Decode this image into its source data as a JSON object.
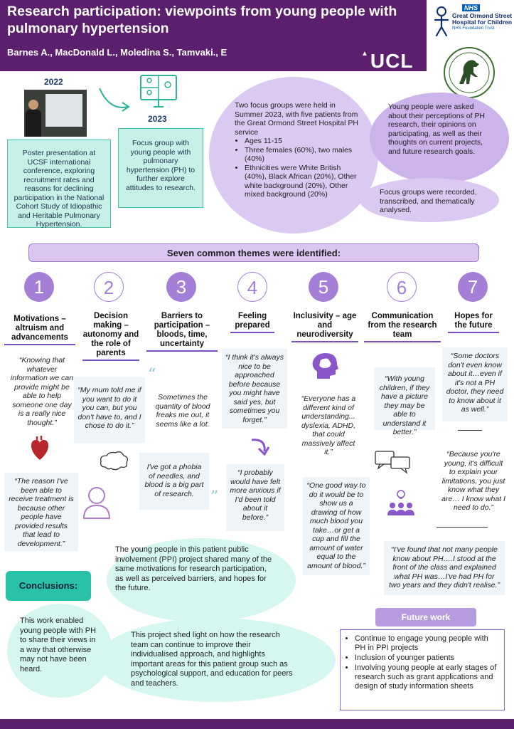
{
  "header": {
    "title": "Research participation: viewpoints from young people with pulmonary hypertension",
    "authors": "Barnes A., MacDonald L., Moledina S., Tamvaki., E",
    "ucl": "UCL"
  },
  "logos": {
    "nhs_badge": "NHS",
    "gosh_line1": "Great Ormond Street",
    "gosh_line2": "Hospital for Children",
    "gosh_line3": "NHS Foundation Trust"
  },
  "timeline": {
    "year1": "2022",
    "year2": "2023",
    "box1": "Poster presentation at UCSF international conference, exploring recruitment rates and reasons for declining participation in the National Cohort Study of Idiopathic and Heritable Pulmonary Hypertension.",
    "box2": "Focus group with young people with pulmonary hypertension (PH) to further explore attitudes to research."
  },
  "methods": {
    "intro": "Two focus groups were held in Summer 2023, with five patients from the Great Ormond Street Hospital PH service",
    "bullets": [
      "Ages 11-15",
      "Three females (60%), two males (40%)",
      "Ethnicities were White British (40%), Black African (20%), Other white background (20%), Other mixed background (20%)"
    ],
    "asked": "Young people were asked about their perceptions of PH research, their opinions on participating, as well as their thoughts on current projects, and future research goals.",
    "recorded": "Focus groups were recorded, transcribed, and thematically analysed."
  },
  "themes_heading": "Seven common themes were identified:",
  "themes": [
    {
      "num": "1",
      "title": "Motivations – altruism and advancements"
    },
    {
      "num": "2",
      "title": "Decision making – autonomy and the role of parents"
    },
    {
      "num": "3",
      "title": "Barriers to participation – bloods, time, uncertainty"
    },
    {
      "num": "4",
      "title": "Feeling prepared"
    },
    {
      "num": "5",
      "title": "Inclusivity – age and neurodiversity"
    },
    {
      "num": "6",
      "title": "Communication from the research team"
    },
    {
      "num": "7",
      "title": "Hopes for the future"
    }
  ],
  "quotes": {
    "q1a": "“Knowing that whatever information we can provide might be able to help someone one day is a really nice thought.”",
    "q1b": "“The reason I've been able to receive treatment is because other people have provided results that lead to development.”",
    "q2": "“My mum told me if you want to do it you can, but you don't have to, and I chose to do it.”",
    "q3a": "Sometimes the quantity of blood freaks me out, it seems like a lot.",
    "q3b": "I've got a phobia of needles, and blood is a big part of research.",
    "q4a": "“I think it's always nice to be approached before because you might have said yes, but sometimes you forget.”",
    "q4b": "“I probably would have felt more anxious if I'd been told about it before.”",
    "q5a": "“Everyone has a different kind of understanding... dyslexia, ADHD, that could massively affect it.”",
    "q5b": "“One good way to do it would be to show us a drawing of how much blood you take…or get a cup and fill the amount of water equal to the amount of blood.”",
    "q6": "“With young children, if they have a picture they may be able to understand it better.”",
    "q7a": "“Some doctors don't even know about it…even if it's not a PH doctor, they need to know about it as well.”",
    "q7b": "“Because you're young, it's difficult to explain your limitations, you just know what they are… I know what I need to do.”",
    "q7c": "“I've found that not many people know about PH….I stood at the front of the class and explained what PH was…I've had PH for two years and they didn't realise.”"
  },
  "conclusions": {
    "label": "Conclusions:",
    "c1": "The young people in this patient public involvement (PPI) project shared many of the same motivations for research participation, as well as perceived barriers, and hopes for the future.",
    "c2": "This work enabled young people with PH to share their views in a way that otherwise may not have been heard.",
    "c3": "This project shed light on how the research team can continue to improve their individualised approach, and highlights important areas for this patient group such as psychological support, and education for peers and teachers."
  },
  "future": {
    "label": "Future work",
    "items": [
      "Continue to engage young people with PH in PPI projects",
      "Inclusion of younger patients",
      "Involving young people at early stages of research such as grant applications and design of study information sheets"
    ]
  },
  "colors": {
    "header": "#5b1f6e",
    "lilac": "#dcc9f1",
    "purple": "#a47fd8",
    "mint": "#c7f0e8",
    "teal": "#29c2a8"
  }
}
